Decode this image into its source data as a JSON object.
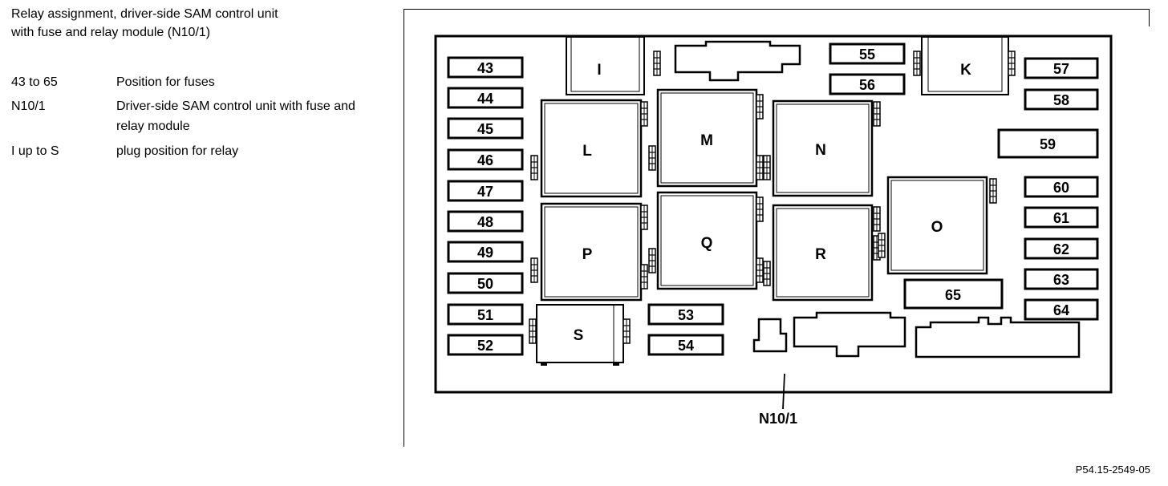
{
  "legend": {
    "title": "Relay assignment, driver-side SAM control unit with fuse and relay module (N10/1)",
    "rows": [
      {
        "key": "43 to 65",
        "value": "Position for fuses"
      },
      {
        "key": "N10/1",
        "value": "Driver-side SAM control unit with fuse and relay module"
      },
      {
        "key": "I up to S",
        "value": "plug position for relay"
      }
    ]
  },
  "fuses": {
    "f43": "43",
    "f44": "44",
    "f45": "45",
    "f46": "46",
    "f47": "47",
    "f48": "48",
    "f49": "49",
    "f50": "50",
    "f51": "51",
    "f52": "52",
    "f53": "53",
    "f54": "54",
    "f55": "55",
    "f56": "56",
    "f57": "57",
    "f58": "58",
    "f59": "59",
    "f60": "60",
    "f61": "61",
    "f62": "62",
    "f63": "63",
    "f64": "64",
    "f65": "65"
  },
  "relays": {
    "I": "I",
    "K": "K",
    "L": "L",
    "M": "M",
    "N": "N",
    "O": "O",
    "P": "P",
    "Q": "Q",
    "R": "R",
    "S": "S"
  },
  "callout": "N10/1",
  "figure_code": "P54.15-2549-05"
}
